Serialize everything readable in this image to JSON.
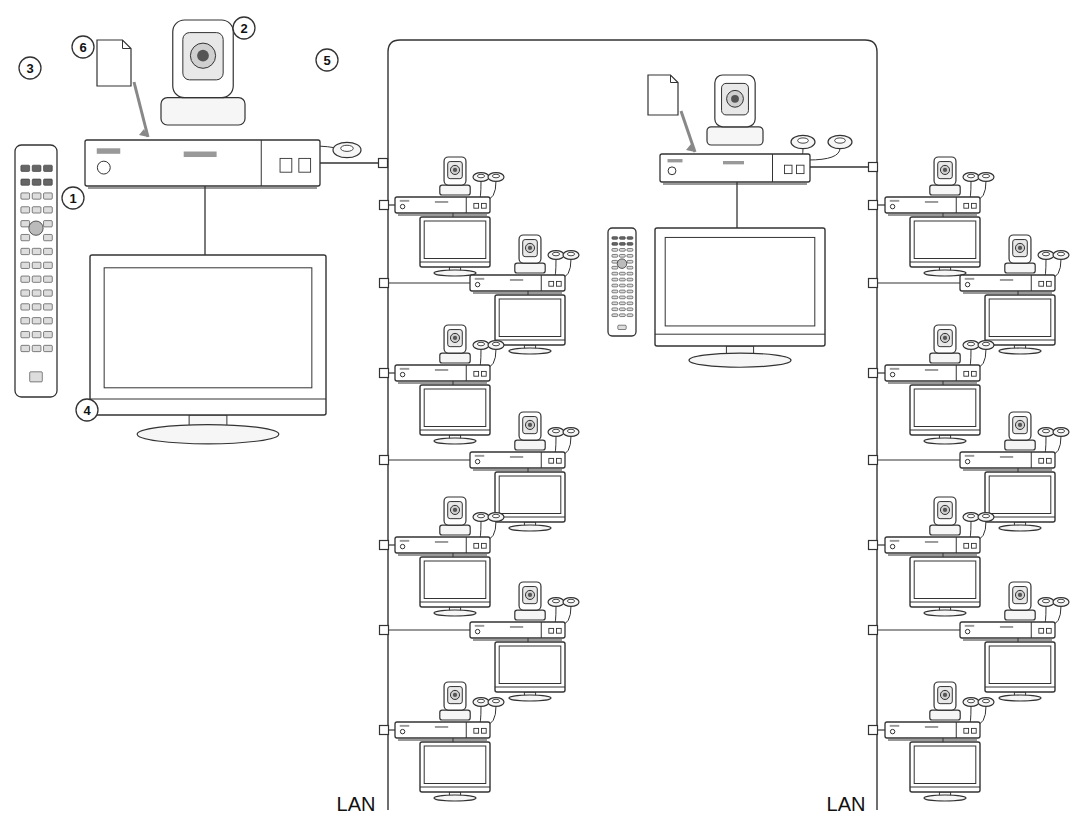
{
  "diagram": {
    "labels": [
      "6",
      "2",
      "5",
      "3",
      "1",
      "4",
      "LAN",
      "LAN"
    ]
  }
}
